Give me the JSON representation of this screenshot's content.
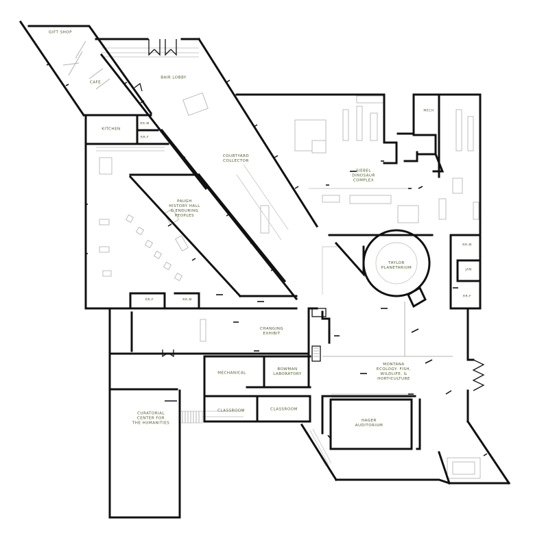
{
  "map": {
    "label_color": "#4d5a2a",
    "rooms": {
      "gift_shop": "GIFT SHOP",
      "cafe": "CAFE",
      "bair_lobby": "BAIR LOBBY",
      "kitchen": "KITCHEN",
      "rr_m_top": "RR-M",
      "rr_f_top": "RR-F",
      "courtyard": "COURTYARD\nCOLLECTOR",
      "siebel": "SIEBEL\nDINOSAUR\nCOMPLEX",
      "mech_top": "MECH",
      "paugh": "PAUGH\nHISTORY HALL\n& ENDURING\nPEOPLES",
      "taylor": "TAYLOR\nPLANETARIUM",
      "rr_m_right": "RR-M",
      "jan": "JAN",
      "rr_f_right": "RR-F",
      "rr_f_mid": "RR-F",
      "rr_m_mid": "RR-M",
      "changing": "CHANGING\nEXHIBIT",
      "montana": "MONTANA\nECOLOGY: FISH,\nWILDLIFE, &\nHORTICULTURE",
      "mechanical": "MECHANICAL",
      "bowman": "BOWMAN\nLABORATORY",
      "classroom_1": "CLASSROOM",
      "classroom_2": "CLASSROOM",
      "curatorial": "CURATORIAL\nCENTER FOR\nTHE HUMANITIES",
      "hager": "HAGER\nAUDITORIUM"
    }
  }
}
